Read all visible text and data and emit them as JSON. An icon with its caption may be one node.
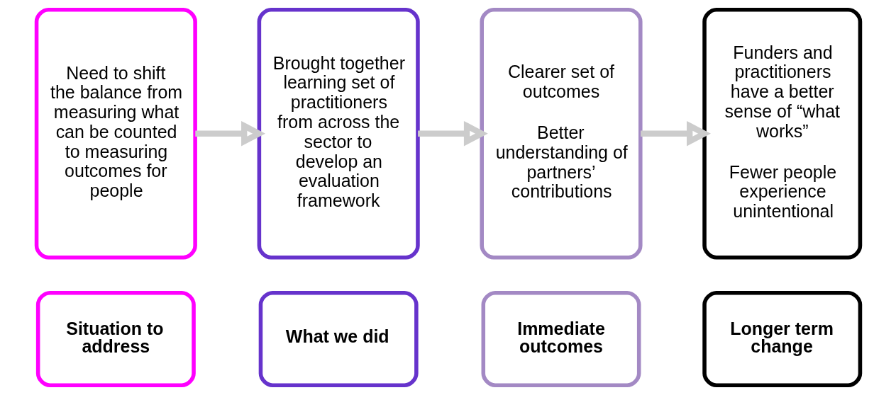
{
  "diagram": {
    "nodes": [
      {
        "text": [
          "Situation to address"
        ]
      },
      {
        "text": [
          "What we did"
        ]
      },
      {
        "text": [
          "Immediate outcomes"
        ]
      },
      {
        "text": [
          "Longer term change"
        ]
      },
      {
        "text": [
          "Need to shift the balance from measuring what can be counted to measuring outcomes for people"
        ]
      },
      {
        "text": [
          "Brought together learning set of practitioners from across the sector to develop an evaluation framework"
        ]
      },
      {
        "text": [
          "Clearer set of outcomes",
          "Better understanding of partners’ contributions"
        ]
      },
      {
        "text": [
          "Funders and practitioners have a better sense of “what works”",
          "Fewer people experience unintentional"
        ]
      }
    ],
    "edges": [
      {
        "from": 4,
        "to": 5,
        "arrow": "to"
      },
      {
        "from": 5,
        "to": 6,
        "arrow": "to"
      },
      {
        "from": 6,
        "to": 7,
        "arrow": "to"
      }
    ]
  }
}
